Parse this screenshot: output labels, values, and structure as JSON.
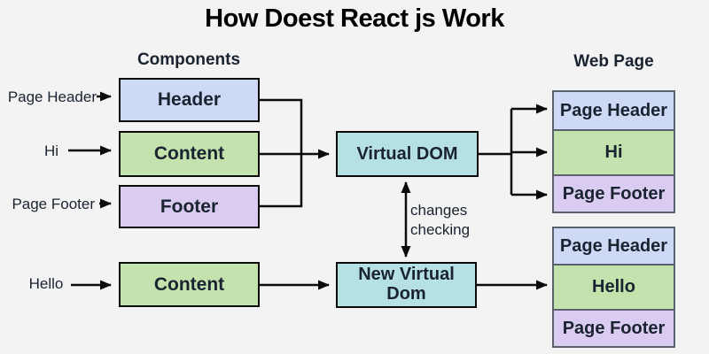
{
  "title": "How Doest React js Work",
  "colors": {
    "bg": "#f3f3f3",
    "blue": "#cdd9f5",
    "green": "#c3e2ae",
    "purple": "#dacbf0",
    "teal": "#b6e1e3",
    "border-dark": "#0b0b0b",
    "border-gray": "#59626c",
    "ink": "#1a2330",
    "arrow": "#0b0b0b"
  },
  "components": {
    "heading": "Components",
    "boxes": [
      {
        "label": "Header",
        "input_label": "Page Header",
        "color": "blue"
      },
      {
        "label": "Content",
        "input_label": "Hi",
        "color": "green"
      },
      {
        "label": "Footer",
        "input_label": "Page Footer",
        "color": "purple"
      }
    ]
  },
  "new_content": {
    "label": "Content",
    "input_label": "Hello",
    "color": "green"
  },
  "virtual_dom": {
    "label": "Virtual DOM"
  },
  "new_virtual_dom": {
    "label": "New Virtual Dom"
  },
  "changes_checking": {
    "line1": "changes",
    "line2": "checking"
  },
  "web_page": {
    "heading": "Web Page",
    "current": [
      "Page Header",
      "Hi",
      "Page Footer"
    ],
    "updated": [
      "Page Header",
      "Hello",
      "Page Footer"
    ]
  }
}
